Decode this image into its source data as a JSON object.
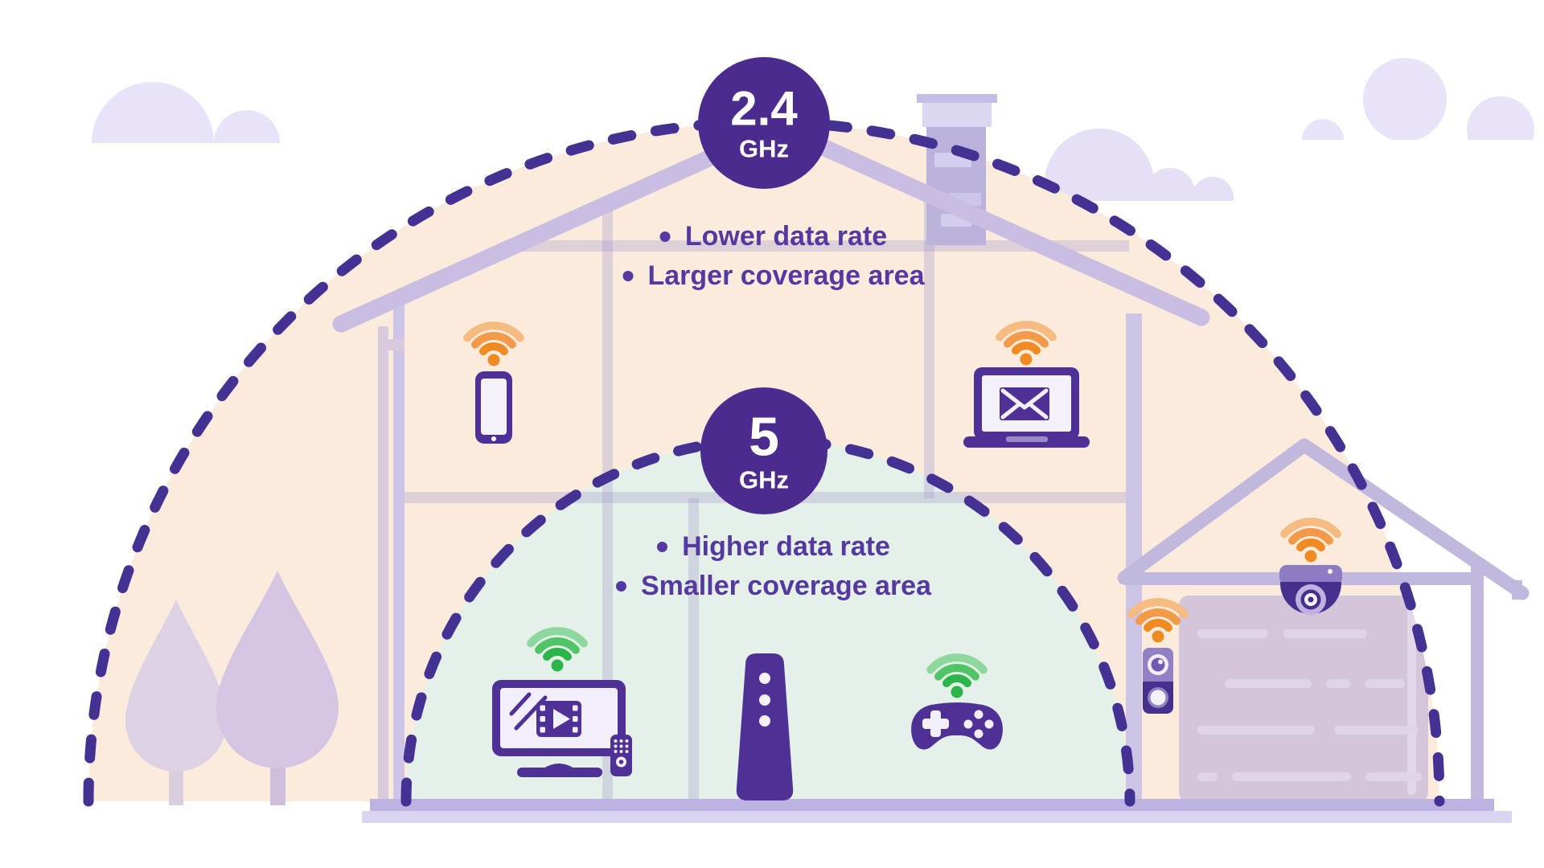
{
  "infographic": {
    "bands": {
      "band_2_4": {
        "frequency": "2.4",
        "unit": "GHz",
        "bullets": [
          "Lower data rate",
          "Larger coverage area"
        ]
      },
      "band_5": {
        "frequency": "5",
        "unit": "GHz",
        "bullets": [
          "Higher data rate",
          "Smaller coverage area"
        ]
      }
    },
    "devices": [
      {
        "icon": "smartphone-icon",
        "wifi_color": "orange"
      },
      {
        "icon": "laptop-email-icon",
        "wifi_color": "orange"
      },
      {
        "icon": "video-doorbell-icon",
        "wifi_color": "orange"
      },
      {
        "icon": "security-camera-icon",
        "wifi_color": "orange"
      },
      {
        "icon": "smart-tv-icon",
        "wifi_color": "green"
      },
      {
        "icon": "remote-control-icon",
        "wifi_color": null
      },
      {
        "icon": "game-controller-icon",
        "wifi_color": "green"
      },
      {
        "icon": "wifi-router-icon",
        "wifi_color": null
      }
    ],
    "colors": {
      "badge_purple": "#4C2B8E",
      "dashed_arc_purple": "#453093",
      "text_purple": "#5639A0",
      "coverage_2_4_fill": "#FAEBDD",
      "coverage_5_fill": "#E3F1E8",
      "wifi_orange": "#F08A23",
      "wifi_green": "#2DB44A",
      "device_purple": "#4F3097",
      "structure_lavender": "#C9BEE2"
    }
  }
}
